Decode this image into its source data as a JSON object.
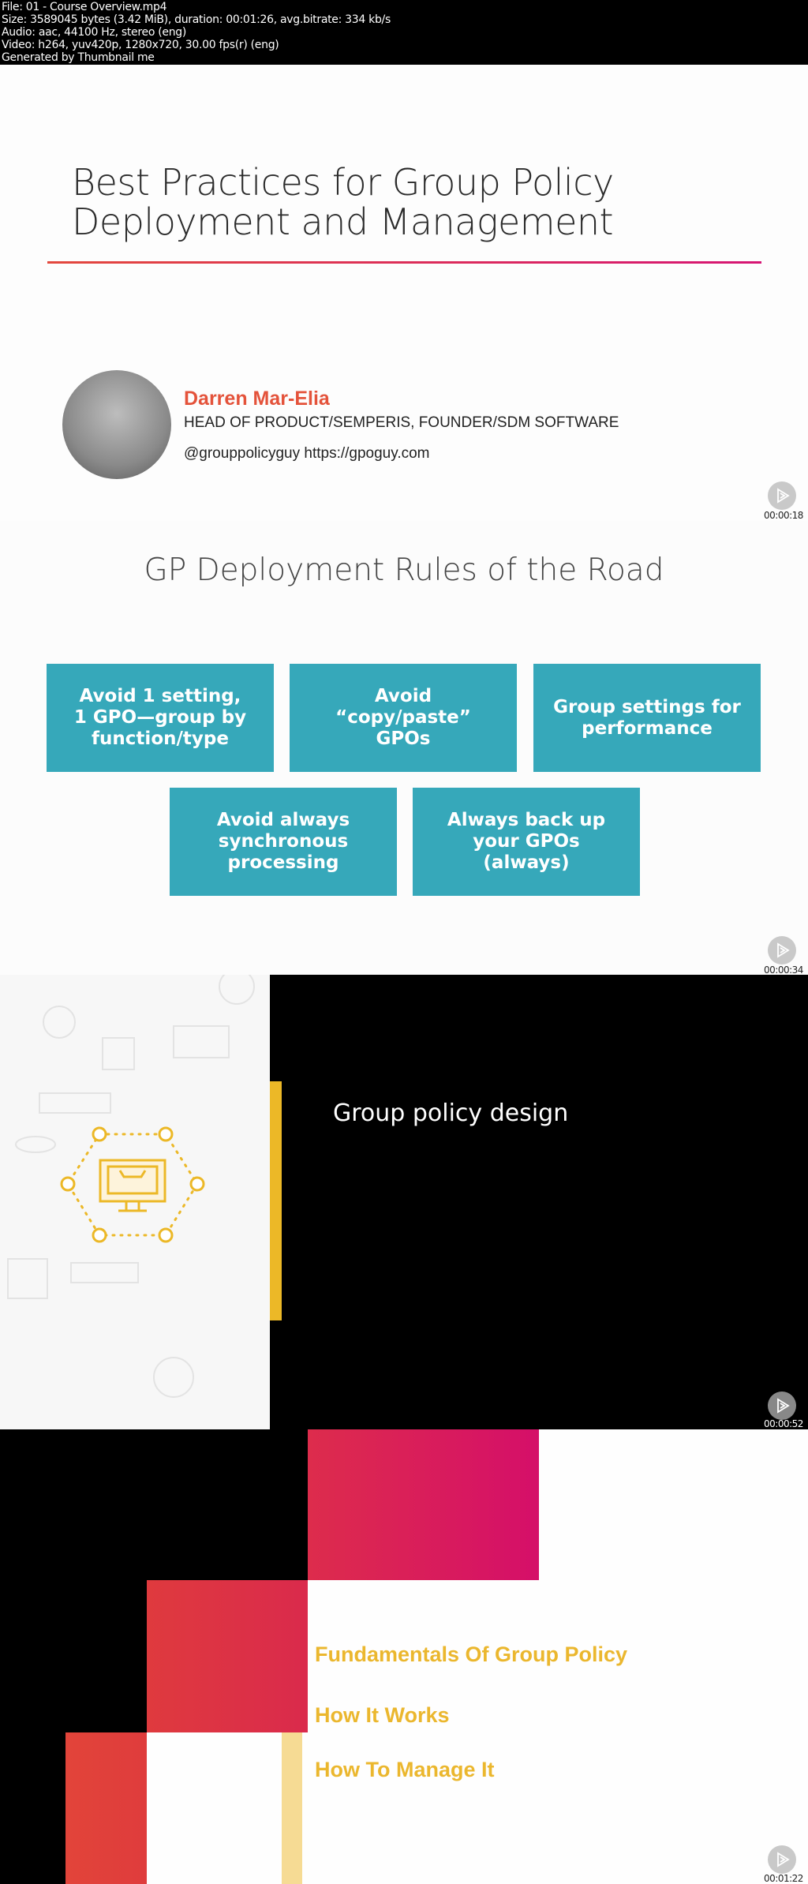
{
  "header": {
    "lines": [
      "File: 01 - Course Overview.mp4",
      "Size: 3589045 bytes (3.42 MiB), duration: 00:01:26, avg.bitrate: 334 kb/s",
      "Audio: aac, 44100 Hz, stereo (eng)",
      "Video: h264, yuv420p, 1280x720, 30.00 fps(r) (eng)",
      "Generated by Thumbnail me"
    ]
  },
  "frames": [
    {
      "title_lines": [
        "Best Practices for Group Policy",
        "Deployment and Management"
      ],
      "author": {
        "name": "Darren Mar-Elia",
        "role": "HEAD OF PRODUCT/SEMPERIS, FOUNDER/SDM SOFTWARE",
        "contact": "@grouppolicyguy  https://gpoguy.com"
      },
      "timestamp": "00:00:18"
    },
    {
      "title": "GP Deployment Rules of the Road",
      "boxes": [
        "Avoid 1 setting,\n1 GPO—group by\nfunction/type",
        "Avoid\n“copy/paste”\nGPOs",
        "Group settings for\nperformance",
        "Avoid always\nsynchronous\nprocessing",
        "Always back up\nyour GPOs\n(always)"
      ],
      "timestamp": "00:00:34"
    },
    {
      "heading": "Group policy design",
      "timestamp": "00:00:52"
    },
    {
      "items": [
        "Fundamentals Of Group Policy",
        "How It Works",
        "How To Manage It"
      ],
      "timestamp": "00:01:22"
    }
  ],
  "colors": {
    "teal": "#36a8ba",
    "accent_red": "#e4533b",
    "yellow": "#ecb827",
    "pink": "#d61574"
  }
}
